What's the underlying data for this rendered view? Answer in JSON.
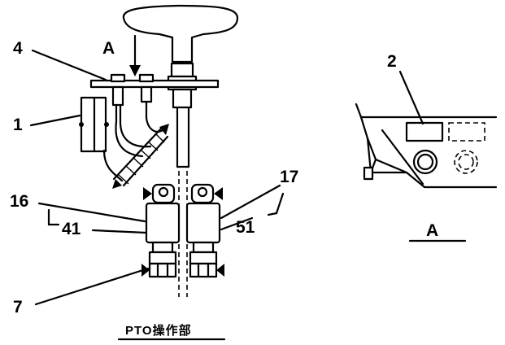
{
  "labels": {
    "view_arrow": "A",
    "view_title": "A",
    "callout_4": "4",
    "callout_1": "1",
    "callout_2": "2",
    "callout_16": "16",
    "callout_41": "41",
    "callout_17": "17",
    "callout_51": "51",
    "callout_7": "7"
  },
  "caption": "PTO操作部"
}
